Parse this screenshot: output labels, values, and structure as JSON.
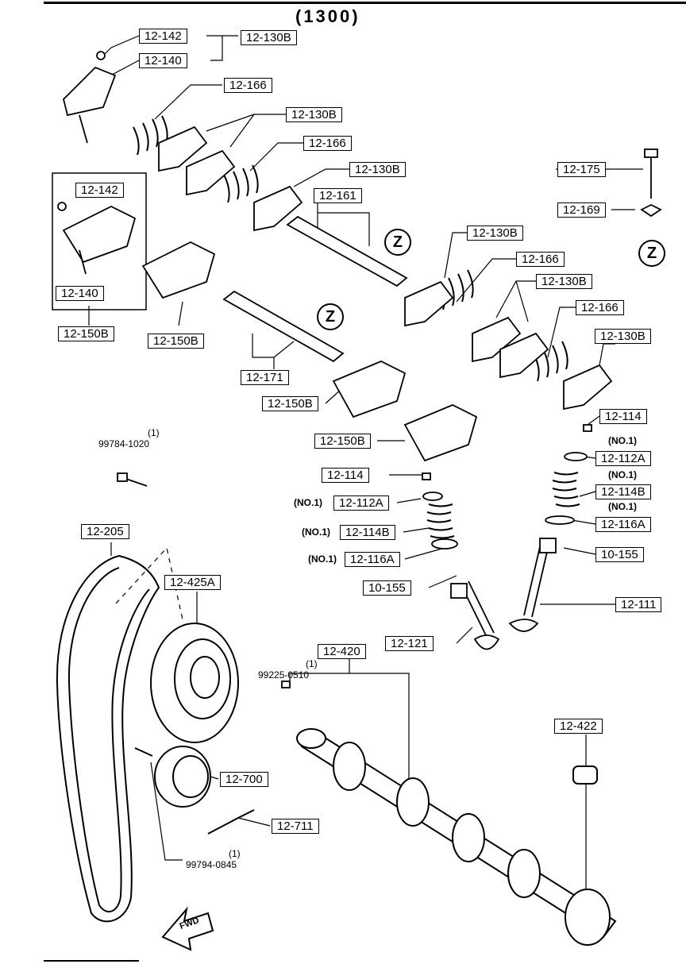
{
  "title": "(1300)",
  "labels": {
    "l_12_142_top": "12-142",
    "l_12_130B_1": "12-130B",
    "l_12_140_top": "12-140",
    "l_12_166_1": "12-166",
    "l_12_130B_2": "12-130B",
    "l_12_166_2": "12-166",
    "l_12_130B_3": "12-130B",
    "l_12_161": "12-161",
    "l_12_175": "12-175",
    "l_12_169": "12-169",
    "l_12_142_box": "12-142",
    "l_12_140_box": "12-140",
    "l_12_150B_1": "12-150B",
    "l_12_150B_2": "12-150B",
    "l_12_130B_4": "12-130B",
    "l_12_166_3": "12-166",
    "l_12_130B_5": "12-130B",
    "l_12_166_4": "12-166",
    "l_12_130B_6": "12-130B",
    "l_12_171": "12-171",
    "l_12_150B_3": "12-150B",
    "l_12_150B_4": "12-150B",
    "l_12_114_r": "12-114",
    "l_12_112A_r": "12-112A",
    "l_12_114B_r": "12-114B",
    "l_12_116A_r": "12-116A",
    "l_10_155_r": "10-155",
    "l_12_111": "12-111",
    "l_12_114_l": "12-114",
    "l_12_112A_l": "12-112A",
    "l_12_114B_l": "12-114B",
    "l_12_116A_l": "12-116A",
    "l_10_155_l": "10-155",
    "l_12_121": "12-121",
    "l_12_205": "12-205",
    "l_12_425A": "12-425A",
    "l_12_420": "12-420",
    "l_12_422": "12-422",
    "l_12_700": "12-700",
    "l_12_711": "12-711"
  },
  "quantities": {
    "q_99784": "(1)",
    "q_99225": "(1)",
    "q_99794": "(1)"
  },
  "bolts": {
    "b_99784": "99784-1020",
    "b_99225": "99225-0510",
    "b_99794": "99794-0845"
  },
  "prefixes": {
    "p_112A_r": "(NO.1)",
    "p_114B_r": "(NO.1)",
    "p_116A_r": "(NO.1)",
    "p_112A_l": "(NO.1)",
    "p_114B_l": "(NO.1)",
    "p_116A_l": "(NO.1)"
  },
  "markers": {
    "z1": "Z",
    "z2": "Z",
    "z3": "Z"
  },
  "fwd": "FWD"
}
